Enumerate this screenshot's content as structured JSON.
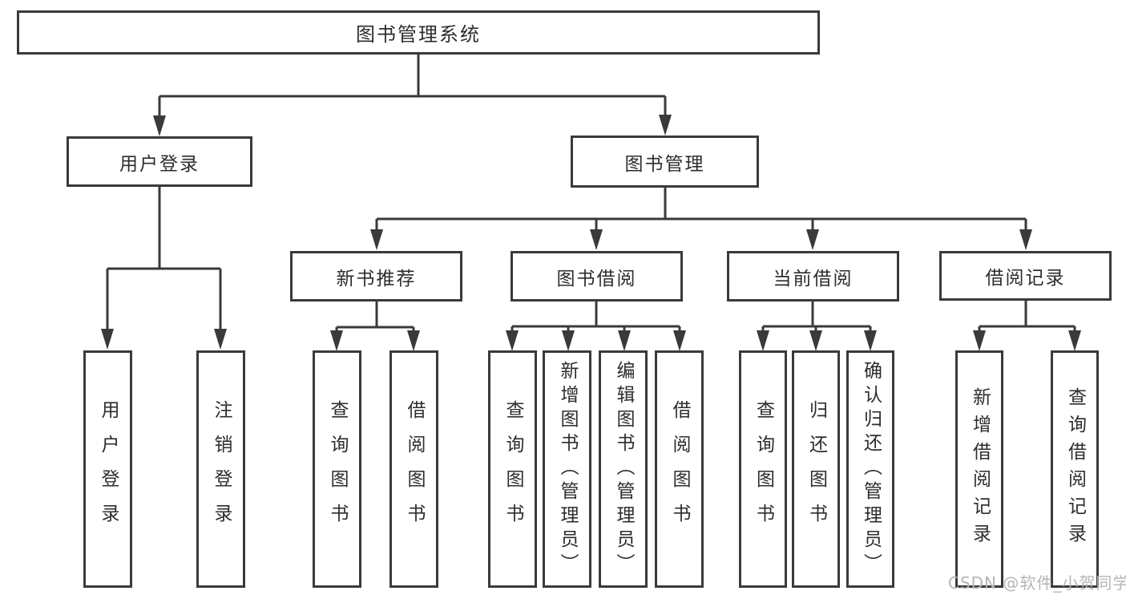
{
  "nodes": {
    "root": {
      "label": "图书管理系统"
    },
    "user_login": {
      "label": "用户登录"
    },
    "book_management": {
      "label": "图书管理"
    },
    "new_book_recommend": {
      "label": "新书推荐"
    },
    "book_borrowing": {
      "label": "图书借阅"
    },
    "current_borrowing": {
      "label": "当前借阅"
    },
    "borrowing_records": {
      "label": "借阅记录"
    },
    "leaf_user_login": {
      "label": "用户登录"
    },
    "leaf_logout": {
      "label": "注销登录"
    },
    "leaf_rec_query_books": {
      "label": "查询图书"
    },
    "leaf_rec_borrow_books": {
      "label": "借阅图书"
    },
    "leaf_bor_query_books": {
      "label": "查询图书"
    },
    "leaf_bor_add_books": {
      "label": "新增图书（管理员）"
    },
    "leaf_bor_edit_books": {
      "label": "编辑图书（管理员）"
    },
    "leaf_bor_borrow_books": {
      "label": "借阅图书"
    },
    "leaf_cur_query_books": {
      "label": "查询图书"
    },
    "leaf_cur_return_books": {
      "label": "归还图书"
    },
    "leaf_cur_confirm_return": {
      "label": "确认归还（管理员）"
    },
    "leaf_rcd_add_record": {
      "label": "新增借阅记录"
    },
    "leaf_rcd_query_record": {
      "label": "查询借阅记录"
    }
  },
  "structure": {
    "root": [
      "user_login",
      "book_management"
    ],
    "user_login": [
      "leaf_user_login",
      "leaf_logout"
    ],
    "book_management": [
      "new_book_recommend",
      "book_borrowing",
      "current_borrowing",
      "borrowing_records"
    ],
    "new_book_recommend": [
      "leaf_rec_query_books",
      "leaf_rec_borrow_books"
    ],
    "book_borrowing": [
      "leaf_bor_query_books",
      "leaf_bor_add_books",
      "leaf_bor_edit_books",
      "leaf_bor_borrow_books"
    ],
    "current_borrowing": [
      "leaf_cur_query_books",
      "leaf_cur_return_books",
      "leaf_cur_confirm_return"
    ],
    "borrowing_records": [
      "leaf_rcd_add_record",
      "leaf_rcd_query_record"
    ]
  },
  "watermark": {
    "text": "CSDN @软件_小贺同学"
  },
  "colors": {
    "line": "#3a3a3a",
    "box_border": "#3a3a3a",
    "text": "#2d2d2d",
    "watermark": "#b5b5b5",
    "background": "#ffffff"
  }
}
